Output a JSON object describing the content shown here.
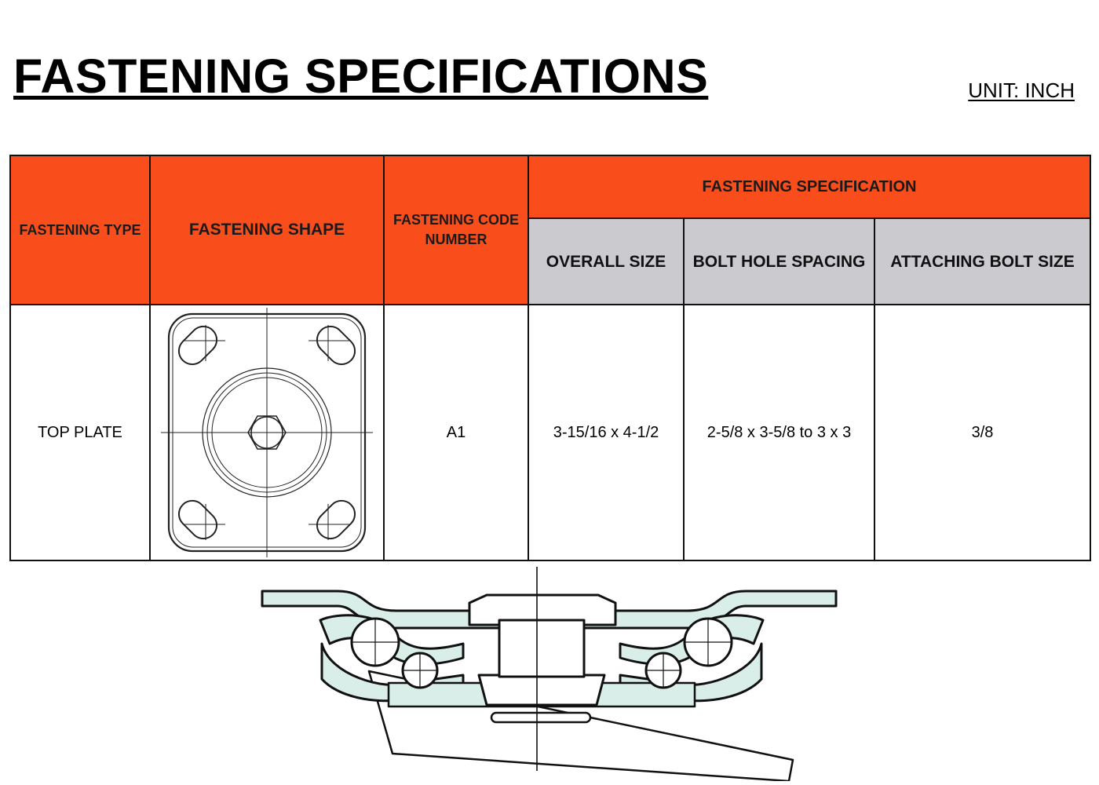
{
  "header": {
    "title": "FASTENING SPECIFICATIONS",
    "unit": "UNIT: INCH"
  },
  "table": {
    "headers": {
      "fastening_type": "FASTENING TYPE",
      "fastening_shape": "FASTENING SHAPE",
      "fastening_code": "FASTENING CODE NUMBER",
      "fastening_specification": "FASTENING SPECIFICATION",
      "overall_size": "OVERALL SIZE",
      "bolt_hole_spacing": "BOLT HOLE SPACING",
      "attaching_bolt_size": "ATTACHING BOLT SIZE"
    },
    "rows": [
      {
        "fastening_type": "TOP PLATE",
        "shape_icon": "top-plate-drawing-icon",
        "code": "A1",
        "overall_size": "3-15/16 x 4-1/2",
        "bolt_hole_spacing": "2-5/8 x 3-5/8 to 3 x 3",
        "attaching_bolt_size": "3/8"
      }
    ]
  },
  "drawing": {
    "section_icon": "caster-swivel-section-icon"
  },
  "colors": {
    "header_orange": "#f94e1b",
    "subheader_grey": "#cbcbcf",
    "section_fill": "#d9ede9"
  }
}
